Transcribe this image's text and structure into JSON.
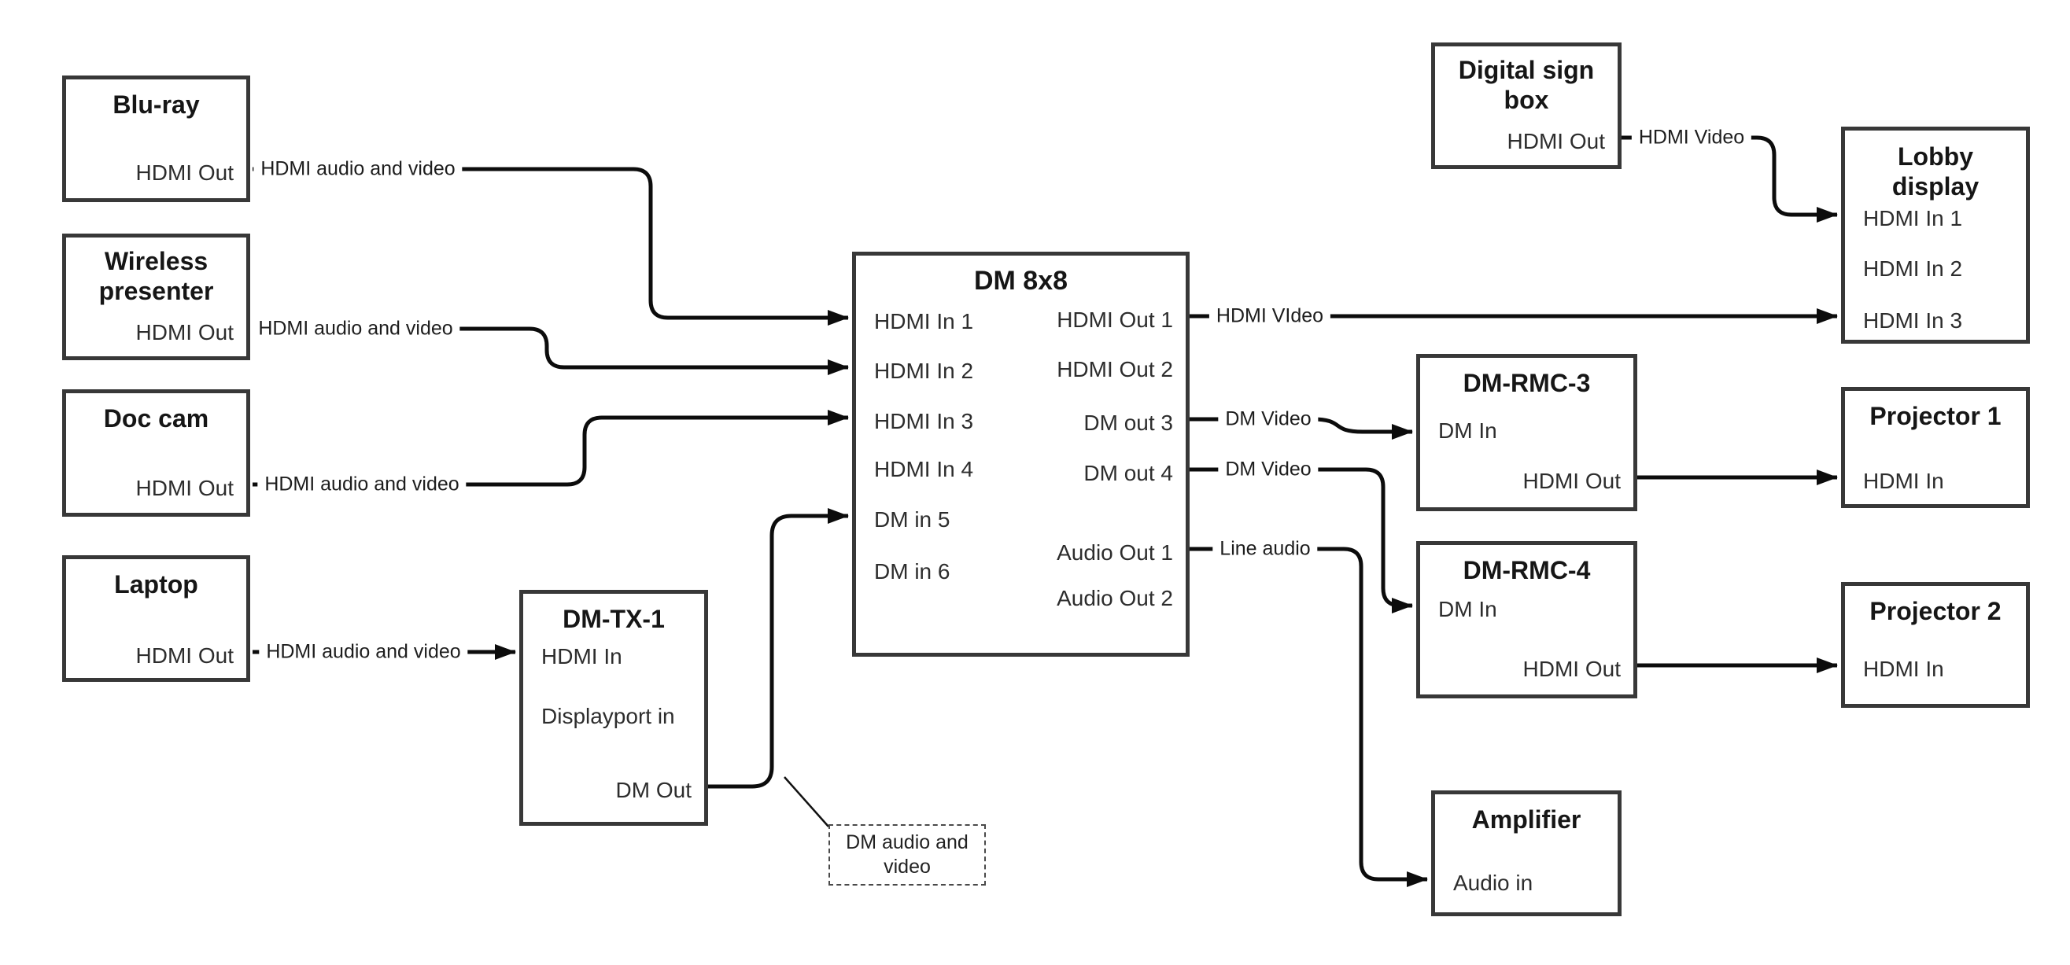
{
  "nodes": {
    "bluray": {
      "title": "Blu-ray",
      "ports": [
        "HDMI Out"
      ]
    },
    "wireless": {
      "title": "Wireless presenter",
      "ports": [
        "HDMI Out"
      ]
    },
    "doccam": {
      "title": "Doc cam",
      "ports": [
        "HDMI Out"
      ]
    },
    "laptop": {
      "title": "Laptop",
      "ports": [
        "HDMI Out"
      ]
    },
    "dmtx1": {
      "title": "DM-TX-1",
      "ports": [
        "HDMI In",
        "Displayport in",
        "DM Out"
      ]
    },
    "dm8x8": {
      "title": "DM 8x8",
      "ports_left": [
        "HDMI In 1",
        "HDMI In 2",
        "HDMI In 3",
        "HDMI In 4",
        "DM in 5",
        "DM in 6"
      ],
      "ports_right": [
        "HDMI Out 1",
        "HDMI Out 2",
        "DM out 3",
        "DM out 4",
        "Audio Out 1",
        "Audio Out 2"
      ]
    },
    "digitalsign": {
      "title": "Digital sign box",
      "ports": [
        "HDMI Out"
      ]
    },
    "lobby": {
      "title": "Lobby display",
      "ports": [
        "HDMI In 1",
        "HDMI In 2",
        "HDMI In 3"
      ]
    },
    "rmc3": {
      "title": "DM-RMC-3",
      "ports": [
        "DM In",
        "HDMI Out"
      ]
    },
    "proj1": {
      "title": "Projector 1",
      "ports": [
        "HDMI In"
      ]
    },
    "rmc4": {
      "title": "DM-RMC-4",
      "ports": [
        "DM In",
        "HDMI Out"
      ]
    },
    "proj2": {
      "title": "Projector 2",
      "ports": [
        "HDMI In"
      ]
    },
    "amp": {
      "title": "Amplifier",
      "ports": [
        "Audio in"
      ]
    }
  },
  "edge_labels": {
    "bluray_dm8x8": {
      "label": "HDMI audio and video"
    },
    "wireless_dm8x8": {
      "label": "HDMI audio and video"
    },
    "doccam_dm8x8": {
      "label": "HDMI audio and video"
    },
    "laptop_dmtx1": {
      "label": "HDMI audio and video"
    },
    "dm8x8_lobby": {
      "label": "HDMI VIdeo"
    },
    "dm8x8_rmc3": {
      "label": "DM Video"
    },
    "dm8x8_rmc4": {
      "label": "DM Video"
    },
    "dm8x8_amp": {
      "label": "Line audio"
    },
    "digitalsign_lobby": {
      "label": "HDMI Video"
    }
  },
  "note": {
    "text": "DM audio and video"
  },
  "colors": {
    "wire": "#0c0c0c",
    "box_border": "#383838",
    "text": "#2d2d2d",
    "background": "#ffffff"
  }
}
